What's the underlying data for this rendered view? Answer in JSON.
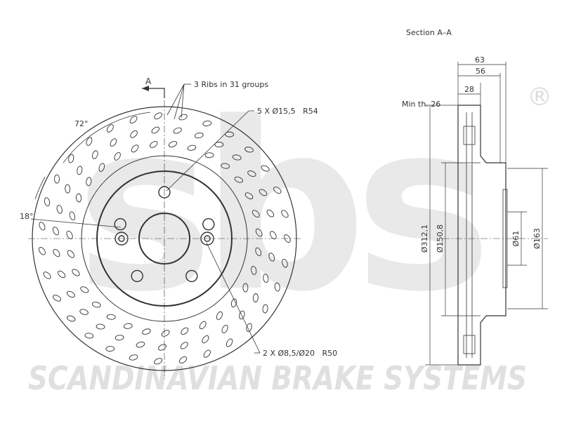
{
  "watermark": {
    "logo_text": "sbs",
    "registered_mark": "®",
    "company": "SCANDINAVIAN BRAKE SYSTEMS"
  },
  "front_view": {
    "section_marker": "A",
    "ribs_note": "3 Ribs in 31 groups",
    "angle_rib_spacing": "72°",
    "angle_hole_spacing": "18°",
    "bolt_holes_note": "5 X Ø15,5   R54",
    "small_holes_note": "2 X Ø8,5/Ø20   R50"
  },
  "section_view": {
    "title": "Section A–A",
    "min_thickness": "Min th. 26",
    "dim_overall_height": "63",
    "dim_hat_height": "56",
    "dim_thickness": "28",
    "dim_outer_diameter": "Ø312,1",
    "dim_hat_diameter": "Ø150,8",
    "dim_center_bore": "Ø61",
    "dim_mount_diameter": "Ø163"
  },
  "colors": {
    "line": "#333333",
    "watermark": "#e6e6e6"
  }
}
